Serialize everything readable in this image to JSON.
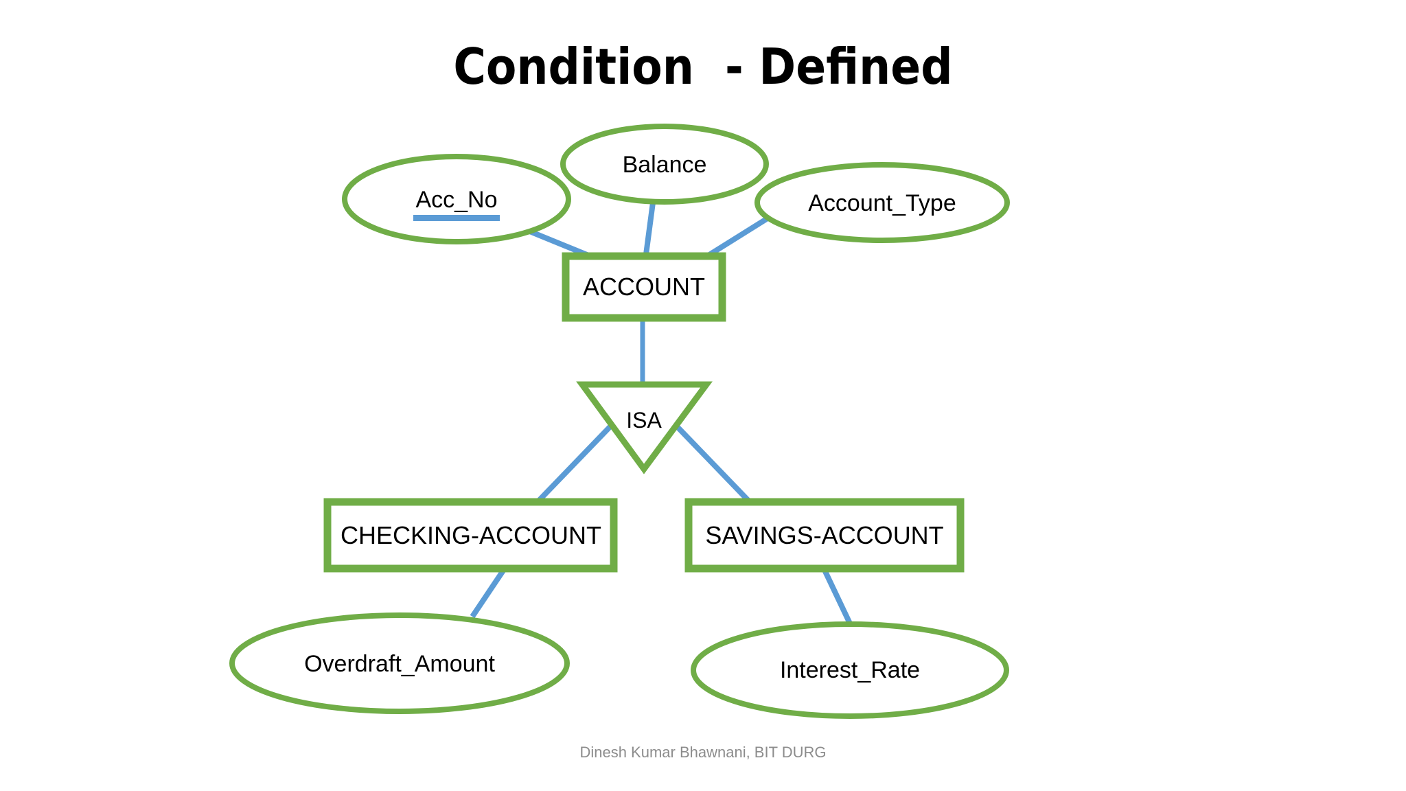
{
  "slide": {
    "title": "Condition  - Defined",
    "footer": "Dinesh Kumar Bhawnani, BIT DURG",
    "background_color": "#ffffff"
  },
  "colors": {
    "shape_outline": "#70ad47",
    "connector": "#5b9bd5",
    "shape_fill": "#ffffff",
    "text": "#000000",
    "footer_text": "#8c8c8c",
    "primary_key_underline": "#5b9bd5"
  },
  "diagram": {
    "type": "entity-relationship",
    "notation": "Chen",
    "entities": [
      {
        "id": "account",
        "label": "ACCOUNT",
        "kind": "entity",
        "role": "superclass"
      },
      {
        "id": "checking_account",
        "label": "CHECKING-ACCOUNT",
        "kind": "entity",
        "role": "subclass"
      },
      {
        "id": "savings_account",
        "label": "SAVINGS-ACCOUNT",
        "kind": "entity",
        "role": "subclass"
      }
    ],
    "relationships": [
      {
        "id": "isa",
        "label": "ISA",
        "kind": "specialization-triangle"
      }
    ],
    "attributes": [
      {
        "id": "acc_no",
        "label": "Acc_No",
        "owner": "account",
        "primary_key": true
      },
      {
        "id": "balance",
        "label": "Balance",
        "owner": "account",
        "primary_key": false
      },
      {
        "id": "account_type",
        "label": "Account_Type",
        "owner": "account",
        "primary_key": false
      },
      {
        "id": "overdraft_amount",
        "label": "Overdraft_Amount",
        "owner": "checking_account",
        "primary_key": false
      },
      {
        "id": "interest_rate",
        "label": "Interest_Rate",
        "owner": "savings_account",
        "primary_key": false
      }
    ],
    "edges": [
      {
        "from": "acc_no",
        "to": "account"
      },
      {
        "from": "balance",
        "to": "account"
      },
      {
        "from": "account_type",
        "to": "account"
      },
      {
        "from": "account",
        "to": "isa"
      },
      {
        "from": "isa",
        "to": "checking_account"
      },
      {
        "from": "isa",
        "to": "savings_account"
      },
      {
        "from": "checking_account",
        "to": "overdraft_amount"
      },
      {
        "from": "savings_account",
        "to": "interest_rate"
      }
    ]
  }
}
